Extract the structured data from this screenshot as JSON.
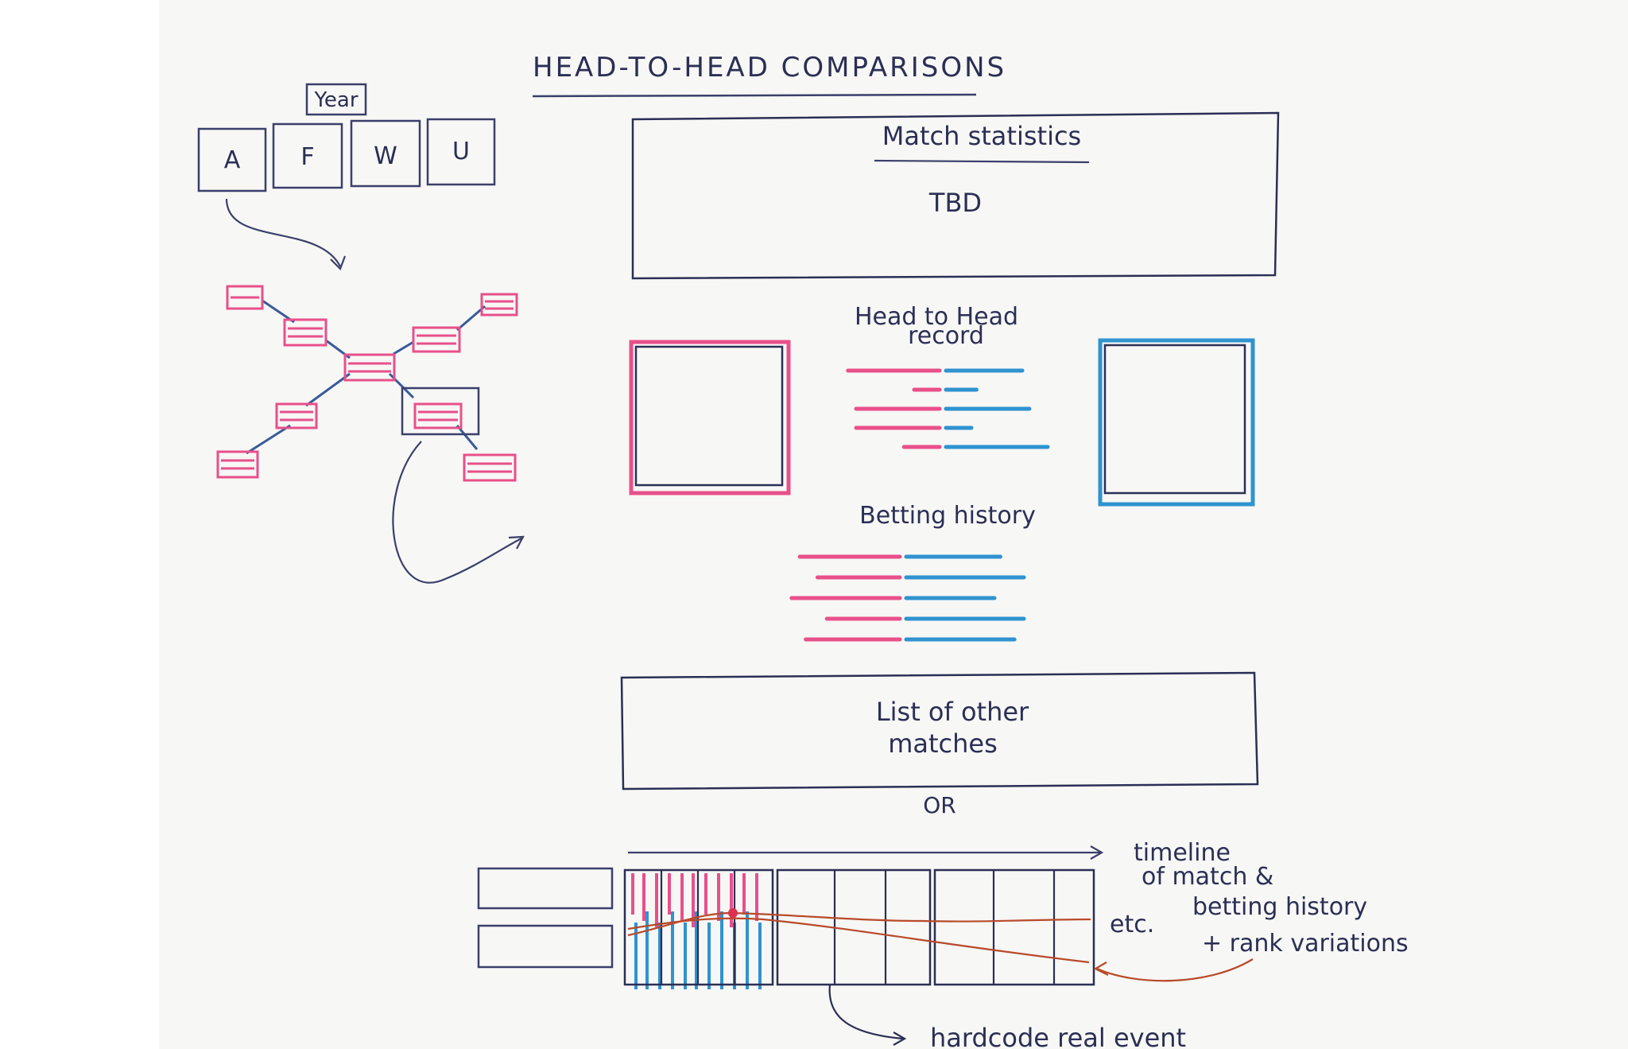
{
  "title": "HEAD-TO-HEAD COMPARISONS",
  "year_label": "Year",
  "tabs": [
    "A",
    "F",
    "W",
    "U"
  ],
  "match_stats": {
    "heading": "Match statistics",
    "body": "TBD"
  },
  "h2h": {
    "line1": "Head to Head",
    "line2": "record"
  },
  "betting": {
    "heading": "Betting history"
  },
  "other_matches": {
    "line1": "List of other",
    "line2": "matches"
  },
  "or_label": "OR",
  "timeline_note": {
    "line1": "timeline",
    "line2": "of match &",
    "line3": "betting history",
    "line4": "+ rank variations"
  },
  "etc_label": "etc.",
  "hardcode_note": "hardcode real event",
  "colors": {
    "ink": "#2b2f55",
    "pink": "#e8508a",
    "blue": "#2f93d0",
    "brown": "#b84a2a"
  },
  "h2h_bars": [
    {
      "pink": 0.9,
      "blue": 0.75
    },
    {
      "pink": 0.25,
      "blue": 0.3
    },
    {
      "pink": 0.82,
      "blue": 0.82
    },
    {
      "pink": 0.82,
      "blue": 0.25
    },
    {
      "pink": 0.35,
      "blue": 1.0
    }
  ],
  "betting_bars": [
    {
      "pink": 0.85,
      "blue": 0.8
    },
    {
      "pink": 0.7,
      "blue": 1.0
    },
    {
      "pink": 0.92,
      "blue": 0.75
    },
    {
      "pink": 0.62,
      "blue": 1.0
    },
    {
      "pink": 0.8,
      "blue": 0.92
    }
  ]
}
